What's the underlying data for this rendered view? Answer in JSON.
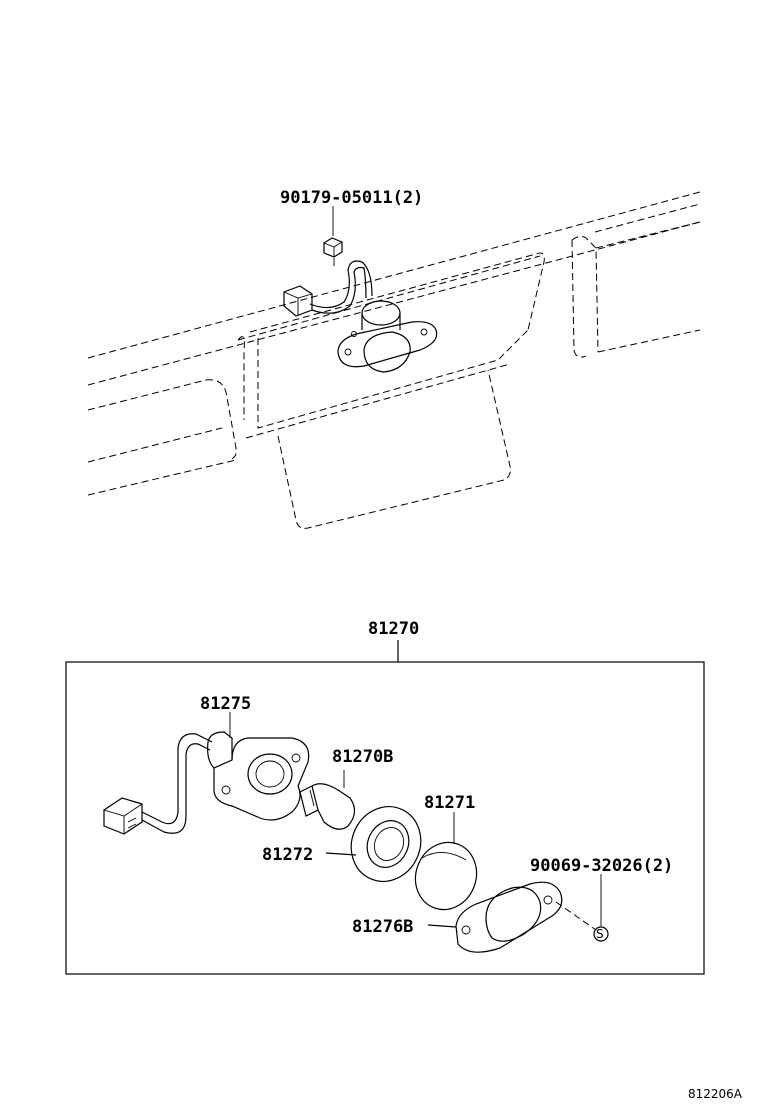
{
  "labels": {
    "nut": "90179-05011(2)",
    "assembly": "81270",
    "socket": "81275",
    "bulb": "81270B",
    "lens": "81271",
    "gasket": "81272",
    "housing": "81276B",
    "screw": "90069-32026(2)",
    "screw_symbol": "S"
  },
  "diagram_code": "812206A"
}
